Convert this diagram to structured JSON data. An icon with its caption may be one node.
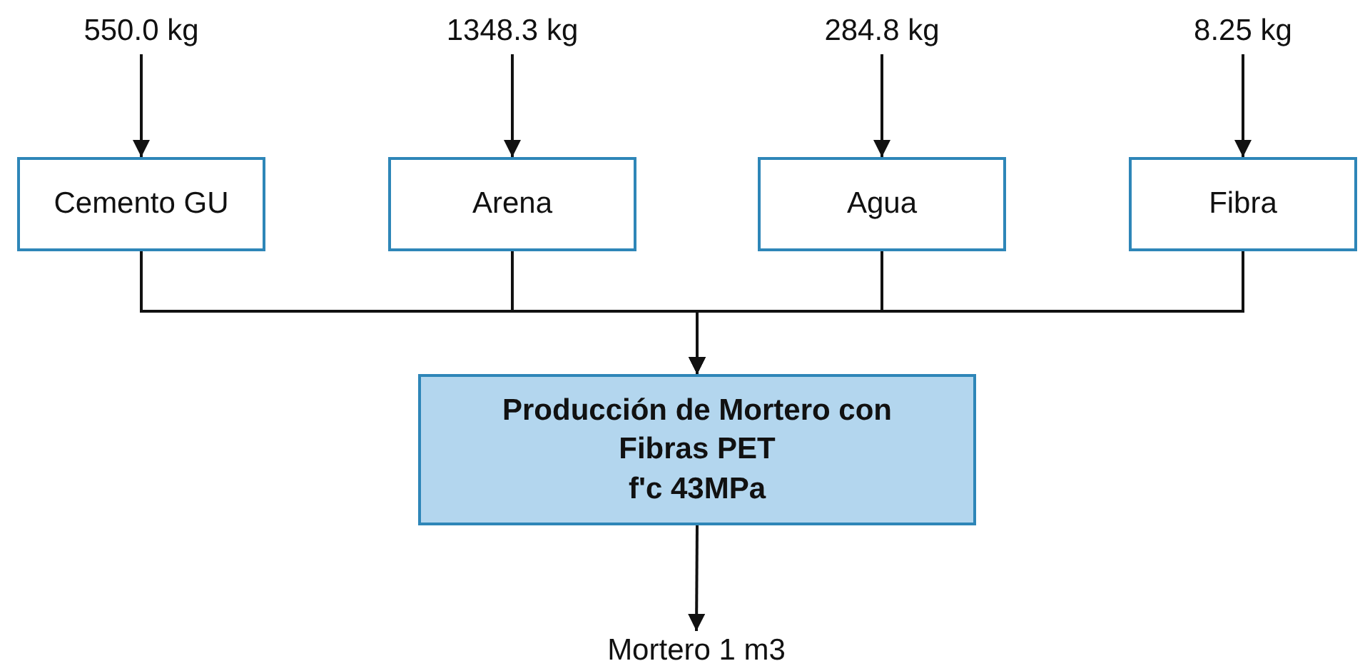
{
  "diagram": {
    "nodes": [
      {
        "text": [
          "550.0 kg"
        ]
      },
      {
        "text": [
          "1348.3 kg"
        ]
      },
      {
        "text": [
          "284.8 kg"
        ]
      },
      {
        "text": [
          "8.25 kg"
        ]
      },
      {
        "text": [
          "Cemento GU"
        ]
      },
      {
        "text": [
          "Arena"
        ]
      },
      {
        "text": [
          "Agua"
        ]
      },
      {
        "text": [
          "Fibra"
        ]
      },
      {
        "text": [
          "Producción de Mortero con Fibras PET",
          "f'c 43MPa"
        ]
      },
      {
        "text": [
          "Mortero 1 m3"
        ]
      }
    ],
    "edges": [
      {
        "from": 0,
        "to": 4,
        "arrow": "to"
      },
      {
        "from": 1,
        "to": 5,
        "arrow": "to"
      },
      {
        "from": 2,
        "to": 6,
        "arrow": "to"
      },
      {
        "from": 3,
        "to": 7,
        "arrow": "to"
      },
      {
        "from": 4,
        "to": 8,
        "arrow": "to"
      },
      {
        "from": 5,
        "to": 8,
        "arrow": "to"
      },
      {
        "from": 6,
        "to": 8,
        "arrow": "to"
      },
      {
        "from": 7,
        "to": 8,
        "arrow": "to"
      },
      {
        "from": 8,
        "to": 9,
        "arrow": "to"
      }
    ]
  }
}
